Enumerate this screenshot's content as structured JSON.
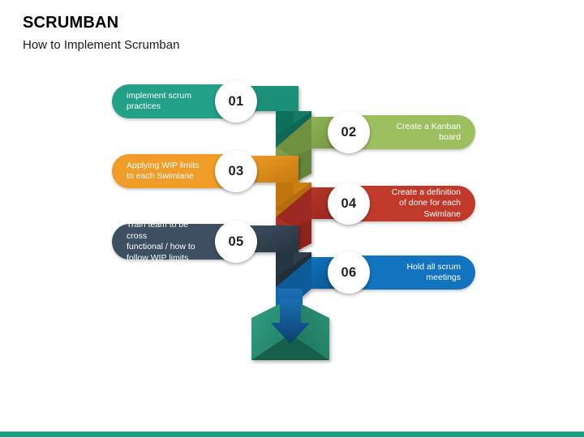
{
  "header": {
    "title": "SCRUMBAN",
    "subtitle": "How to Implement Scrumban"
  },
  "theme": {
    "background": "#ffffff",
    "footer_accent": "#1f9e84",
    "badge_background": "#ffffff",
    "badge_text": "#231f20",
    "pill_text": "#ffffff"
  },
  "diagram": {
    "type": "process-funnel",
    "orientation": "alternating",
    "steps": [
      {
        "number": "01",
        "label": "implement scrum\npractices",
        "side": "left",
        "color": "#23a088",
        "color_dark": "#15806c",
        "color_darker": "#0e6e5c"
      },
      {
        "number": "02",
        "label": "Create a Kanban\nboard",
        "side": "right",
        "color": "#9dbf5f",
        "color_dark": "#7a9c46",
        "color_darker": "#6b8c3c"
      },
      {
        "number": "03",
        "label": "Applying WIP limits\nto each Swimlane",
        "side": "left",
        "color": "#ef9c28",
        "color_dark": "#d1820f",
        "color_darker": "#b8720c"
      },
      {
        "number": "04",
        "label": "Create a definition\nof done for each\nSwimlane",
        "side": "right",
        "color": "#c0392b",
        "color_dark": "#9c2c21",
        "color_darker": "#87251b"
      },
      {
        "number": "05",
        "label": "Train team to be cross\nfunctional / how to\nfollow WIP limits",
        "side": "left",
        "color": "#3d4f61",
        "color_dark": "#2c3b49",
        "color_darker": "#24303c"
      },
      {
        "number": "06",
        "label": "Hold all scrum\nmeetings",
        "side": "right",
        "color": "#1273bf",
        "color_dark": "#0d5b99",
        "color_darker": "#0a4d82"
      }
    ],
    "funnel": {
      "name": "envelope-collector",
      "body_color": "#166b54",
      "flap_color": "#2f9077",
      "flap_color_light": "#35a184",
      "inflow_color": "#1273bf",
      "inflow_color_dark": "#0b4f86"
    }
  }
}
